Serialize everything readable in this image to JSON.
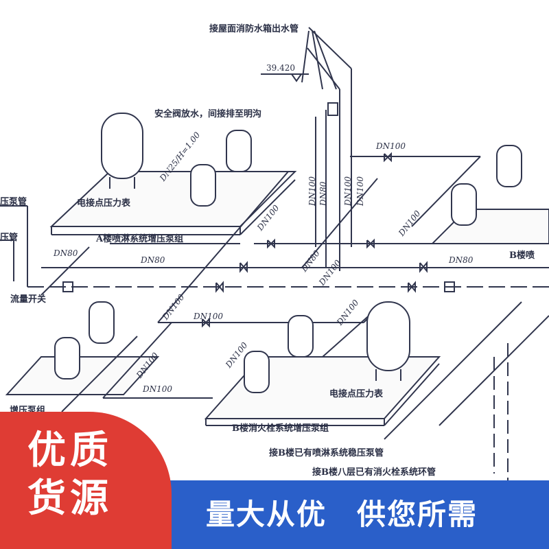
{
  "diagram": {
    "labels": {
      "roof_pipe": "接屋面消防水箱出水管",
      "elevation": "39.420",
      "safety_valve": "安全阀放水，间接排至明沟",
      "dn25": "DN25/H=1.00",
      "pressure_gauge_a": "电接点压力表",
      "pump_a": "A楼喷淋系统增压泵组",
      "pump_b_fire": "B楼消火栓系统增压泵组",
      "pressure_gauge_b": "电接点压力表",
      "flow_switch": "流量开关",
      "left_pipe_1": "压泵管",
      "left_pipe_2": "压管",
      "left_bottom": "增压泵组",
      "b_building_cut": "B楼喷",
      "connect_b_sprinkler": "接B楼已有喷淋系统稳压泵管",
      "connect_b_fire_loop": "接B楼八层已有消火栓系统环管"
    },
    "dn_labels": {
      "dn100_top": "DN100",
      "dn100_v1": "DN100",
      "dn80_v": "DN80",
      "dn100_v2": "DN100",
      "dn100_v3": "DN100",
      "dn100_mid": "DN100",
      "dn80_left": "DN80",
      "dn80_mid": "DN80",
      "dn80_diag": "DN80",
      "dn100_diag2": "DN100",
      "dn100_right": "DN100",
      "dn80_right": "DN80",
      "dn100_diag3": "DN100",
      "dn100_center": "DN100",
      "dn100_lower": "DN100",
      "dn100_b": "DN100",
      "dn100_bottom": "DN100",
      "dn100_leftdiag": "DN100"
    }
  },
  "badge": {
    "line1": "优质",
    "line2": "货源"
  },
  "slogan": "量大从优　供您所需",
  "colors": {
    "banner": "#2a5fc9",
    "badge": "#df3c34",
    "line": "#30354d"
  }
}
